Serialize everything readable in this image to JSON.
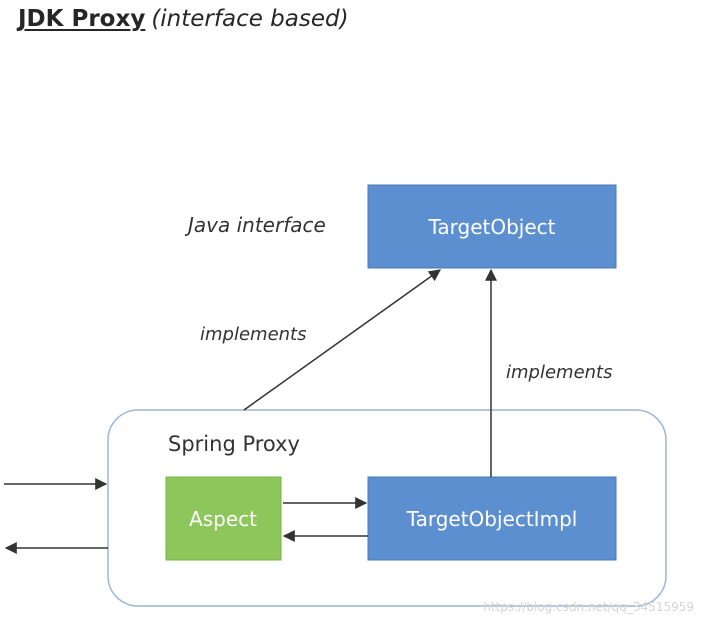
{
  "title": {
    "main": "JDK Proxy",
    "sub": "(interface based)"
  },
  "nodes": {
    "interface_label": "Java interface",
    "target_object": "TargetObject",
    "spring_proxy": "Spring Proxy",
    "aspect": "Aspect",
    "target_object_impl": "TargetObjectImpl"
  },
  "edges": {
    "proxy_implements": "implements",
    "impl_implements": "implements"
  },
  "watermark": "https://blog.csdn.net/qq_34515959",
  "colors": {
    "blue_box": "#5b8fd0",
    "green_box": "#8dc65a",
    "proxy_border": "#9fb6d4",
    "arrow": "#333333"
  }
}
